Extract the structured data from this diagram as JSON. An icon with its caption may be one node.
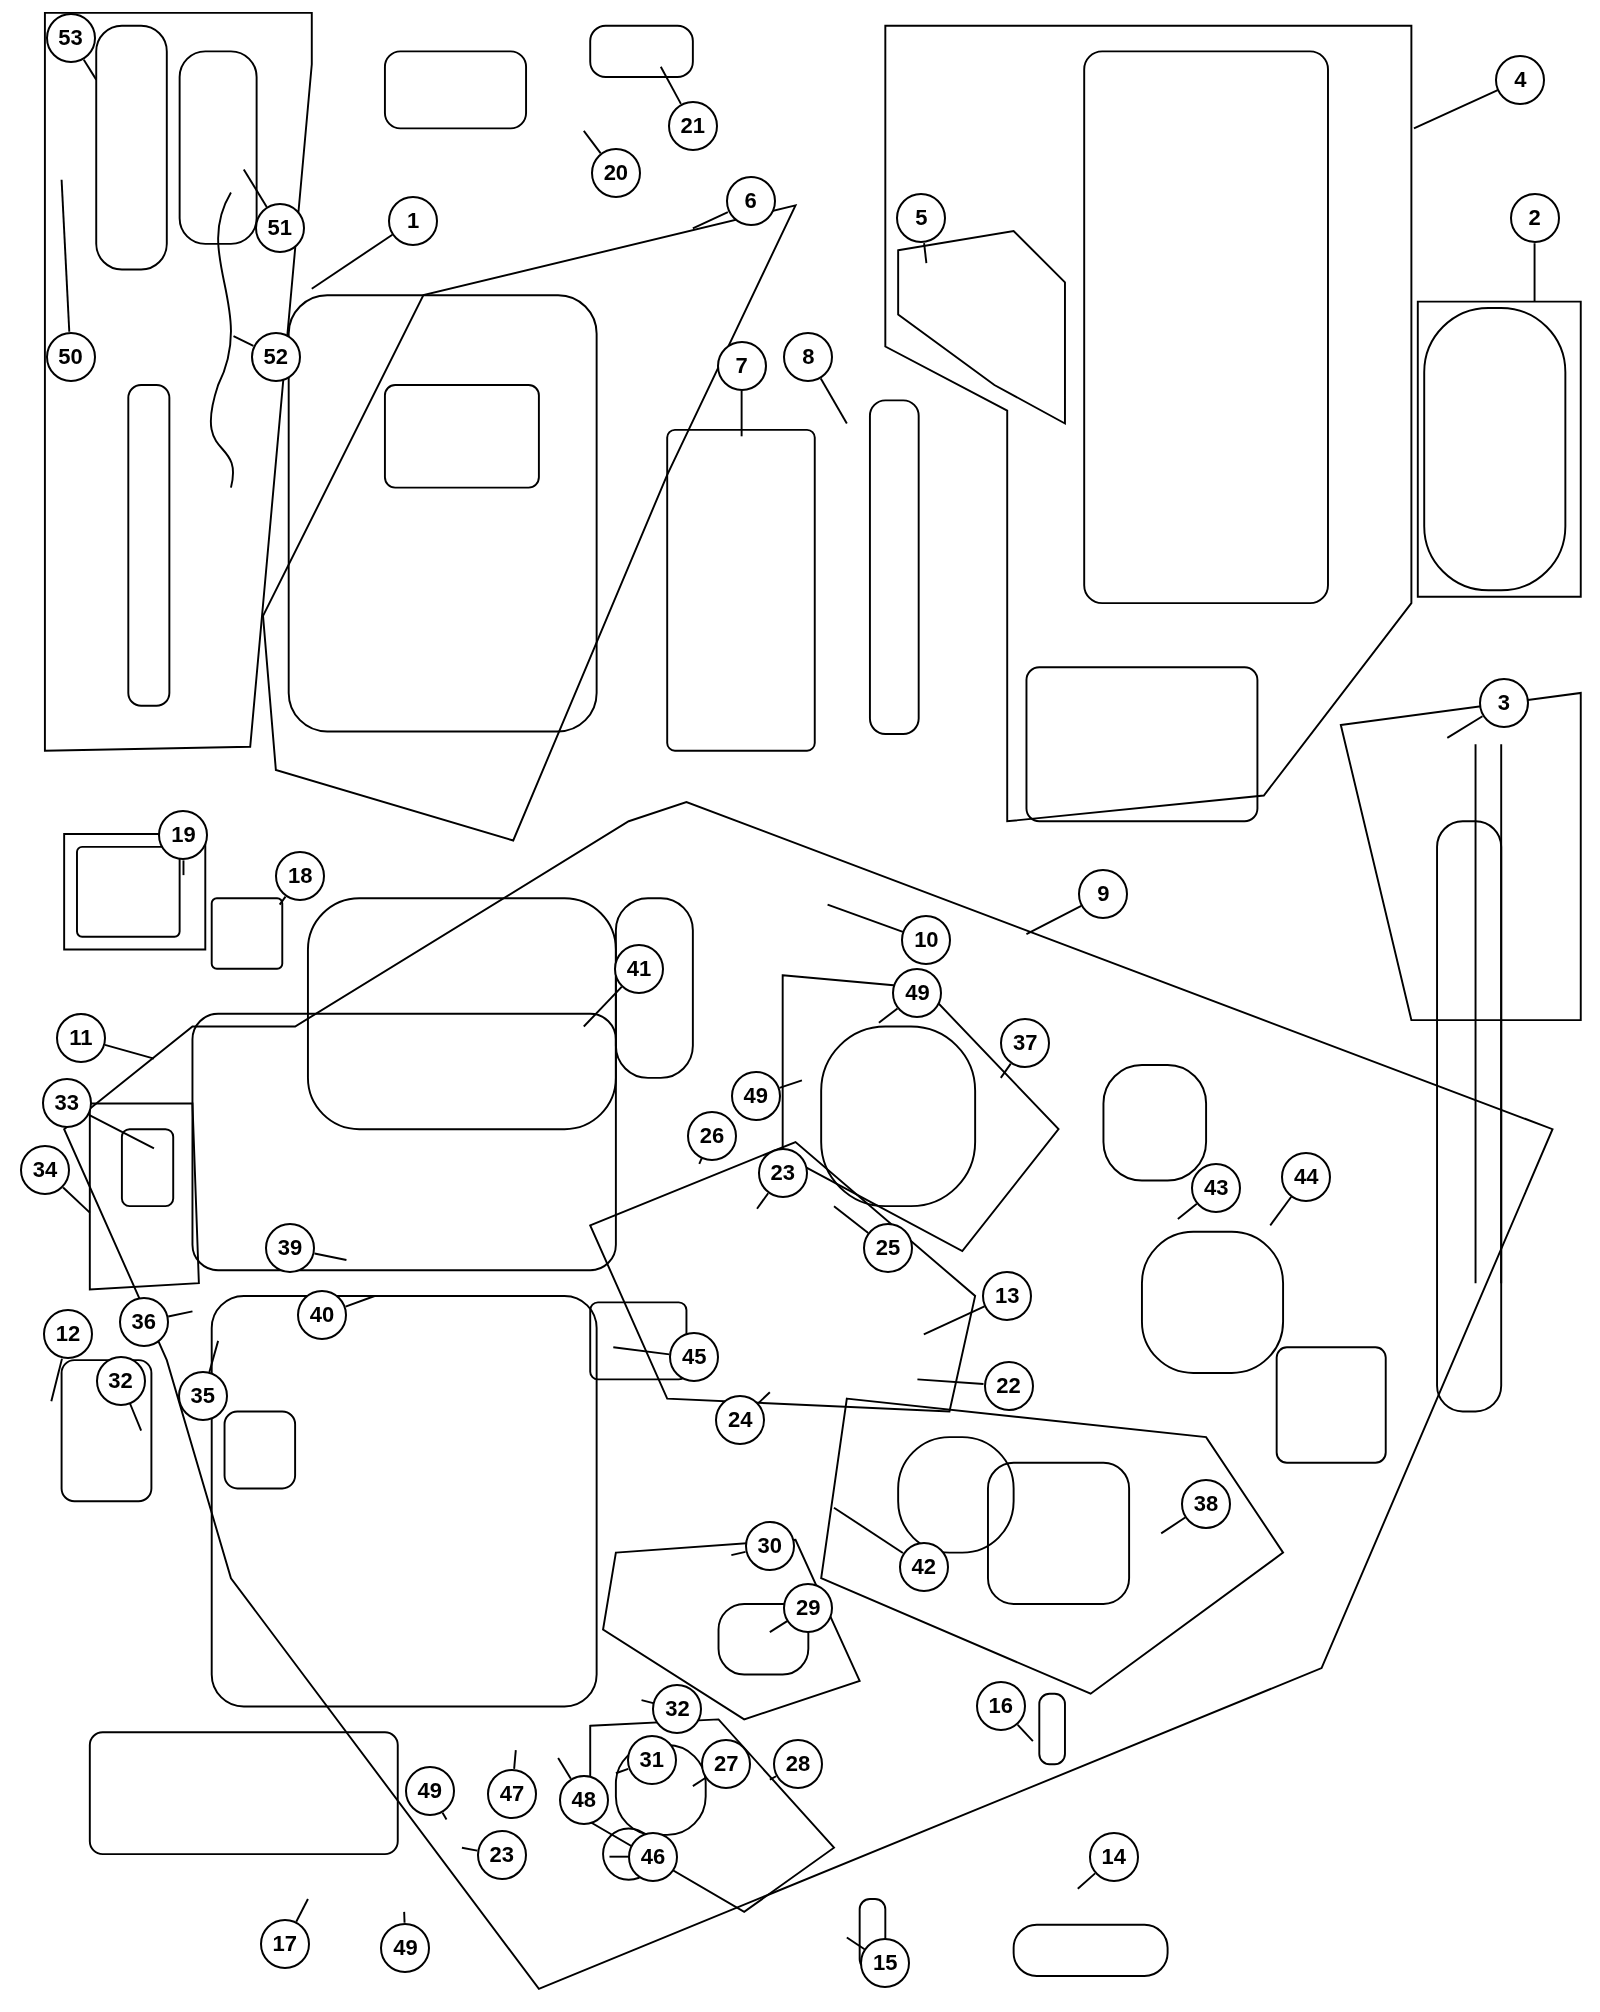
{
  "diagram": {
    "nodes": [
      {
        "text": [
          "53"
        ]
      },
      {
        "text": [
          "21"
        ]
      },
      {
        "text": [
          "4"
        ]
      },
      {
        "text": [
          "6"
        ]
      },
      {
        "text": [
          "1"
        ]
      },
      {
        "text": [
          "51"
        ]
      },
      {
        "text": [
          "2"
        ]
      },
      {
        "text": [
          "5"
        ]
      },
      {
        "text": [
          "20"
        ]
      },
      {
        "text": [
          "50"
        ]
      },
      {
        "text": [
          "52"
        ]
      },
      {
        "text": [
          "7"
        ]
      },
      {
        "text": [
          "8"
        ]
      },
      {
        "text": [
          "3"
        ]
      },
      {
        "text": [
          "19"
        ]
      },
      {
        "text": [
          "18"
        ]
      },
      {
        "text": [
          "9"
        ]
      },
      {
        "text": [
          "10"
        ]
      },
      {
        "text": [
          "41"
        ]
      },
      {
        "text": [
          "11"
        ]
      },
      {
        "text": [
          "49"
        ]
      },
      {
        "text": [
          "37"
        ]
      },
      {
        "text": [
          "33"
        ]
      },
      {
        "text": [
          "49"
        ]
      },
      {
        "text": [
          "26"
        ]
      },
      {
        "text": [
          "23"
        ]
      },
      {
        "text": [
          "34"
        ]
      },
      {
        "text": [
          "43"
        ]
      },
      {
        "text": [
          "44"
        ]
      },
      {
        "text": [
          "25"
        ]
      },
      {
        "text": [
          "39"
        ]
      },
      {
        "text": [
          "36"
        ]
      },
      {
        "text": [
          "40"
        ]
      },
      {
        "text": [
          "13"
        ]
      },
      {
        "text": [
          "12"
        ]
      },
      {
        "text": [
          "32"
        ]
      },
      {
        "text": [
          "35"
        ]
      },
      {
        "text": [
          "45"
        ]
      },
      {
        "text": [
          "22"
        ]
      },
      {
        "text": [
          "24"
        ]
      },
      {
        "text": [
          "38"
        ]
      },
      {
        "text": [
          "30"
        ]
      },
      {
        "text": [
          "42"
        ]
      },
      {
        "text": [
          "29"
        ]
      },
      {
        "text": [
          "16"
        ]
      },
      {
        "text": [
          "32"
        ]
      },
      {
        "text": [
          "31"
        ]
      },
      {
        "text": [
          "27"
        ]
      },
      {
        "text": [
          "28"
        ]
      },
      {
        "text": [
          "49"
        ]
      },
      {
        "text": [
          "47"
        ]
      },
      {
        "text": [
          "48"
        ]
      },
      {
        "text": [
          "23"
        ]
      },
      {
        "text": [
          "46"
        ]
      },
      {
        "text": [
          "14"
        ]
      },
      {
        "text": [
          "17"
        ]
      },
      {
        "text": [
          "49"
        ]
      },
      {
        "text": [
          "15"
        ]
      }
    ],
    "edges": [
      {
        "from": 0,
        "to": null,
        "arrow": "none"
      },
      {
        "from": 1,
        "to": null,
        "arrow": "none"
      },
      {
        "from": 2,
        "to": null,
        "arrow": "none"
      },
      {
        "from": 3,
        "to": null,
        "arrow": "none"
      },
      {
        "from": 4,
        "to": null,
        "arrow": "none"
      },
      {
        "from": 5,
        "to": null,
        "arrow": "none"
      },
      {
        "from": 6,
        "to": null,
        "arrow": "none"
      },
      {
        "from": 7,
        "to": null,
        "arrow": "none"
      },
      {
        "from": 8,
        "to": null,
        "arrow": "none"
      },
      {
        "from": 9,
        "to": null,
        "arrow": "none"
      },
      {
        "from": 10,
        "to": null,
        "arrow": "none"
      },
      {
        "from": 11,
        "to": null,
        "arrow": "none"
      },
      {
        "from": 12,
        "to": null,
        "arrow": "none"
      },
      {
        "from": 13,
        "to": null,
        "arrow": "none"
      },
      {
        "from": 14,
        "to": null,
        "arrow": "none"
      },
      {
        "from": 15,
        "to": null,
        "arrow": "none"
      },
      {
        "from": 16,
        "to": null,
        "arrow": "none"
      },
      {
        "from": 17,
        "to": null,
        "arrow": "none"
      },
      {
        "from": 18,
        "to": null,
        "arrow": "none"
      },
      {
        "from": 19,
        "to": null,
        "arrow": "none"
      },
      {
        "from": 20,
        "to": null,
        "arrow": "none"
      },
      {
        "from": 21,
        "to": null,
        "arrow": "none"
      },
      {
        "from": 22,
        "to": null,
        "arrow": "none"
      },
      {
        "from": 23,
        "to": null,
        "arrow": "none"
      },
      {
        "from": 24,
        "to": null,
        "arrow": "none"
      },
      {
        "from": 25,
        "to": null,
        "arrow": "none"
      },
      {
        "from": 26,
        "to": null,
        "arrow": "none"
      },
      {
        "from": 27,
        "to": null,
        "arrow": "none"
      },
      {
        "from": 28,
        "to": null,
        "arrow": "none"
      },
      {
        "from": 29,
        "to": null,
        "arrow": "none"
      },
      {
        "from": 30,
        "to": null,
        "arrow": "none"
      },
      {
        "from": 31,
        "to": null,
        "arrow": "none"
      },
      {
        "from": 32,
        "to": null,
        "arrow": "none"
      },
      {
        "from": 33,
        "to": null,
        "arrow": "none"
      },
      {
        "from": 34,
        "to": null,
        "arrow": "none"
      },
      {
        "from": 35,
        "to": null,
        "arrow": "none"
      },
      {
        "from": 36,
        "to": null,
        "arrow": "none"
      },
      {
        "from": 37,
        "to": null,
        "arrow": "none"
      },
      {
        "from": 38,
        "to": null,
        "arrow": "none"
      },
      {
        "from": 39,
        "to": null,
        "arrow": "none"
      },
      {
        "from": 40,
        "to": null,
        "arrow": "none"
      },
      {
        "from": 41,
        "to": null,
        "arrow": "none"
      },
      {
        "from": 42,
        "to": null,
        "arrow": "none"
      },
      {
        "from": 43,
        "to": null,
        "arrow": "none"
      },
      {
        "from": 44,
        "to": null,
        "arrow": "none"
      },
      {
        "from": 45,
        "to": null,
        "arrow": "none"
      },
      {
        "from": 46,
        "to": null,
        "arrow": "none"
      },
      {
        "from": 47,
        "to": null,
        "arrow": "none"
      },
      {
        "from": 48,
        "to": null,
        "arrow": "none"
      },
      {
        "from": 49,
        "to": null,
        "arrow": "none"
      },
      {
        "from": 50,
        "to": null,
        "arrow": "none"
      },
      {
        "from": 51,
        "to": null,
        "arrow": "none"
      },
      {
        "from": 52,
        "to": null,
        "arrow": "none"
      },
      {
        "from": 53,
        "to": null,
        "arrow": "none"
      },
      {
        "from": 54,
        "to": null,
        "arrow": "none"
      },
      {
        "from": 55,
        "to": null,
        "arrow": "none"
      },
      {
        "from": 56,
        "to": null,
        "arrow": "none"
      },
      {
        "from": 57,
        "to": null,
        "arrow": "none"
      }
    ]
  }
}
